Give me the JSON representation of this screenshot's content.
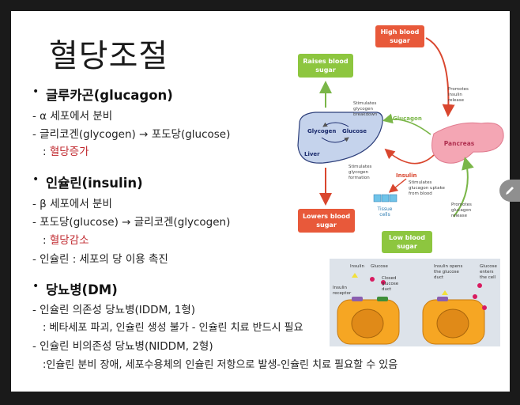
{
  "title": "혈당조절",
  "glucagon": {
    "heading": "글루카곤(glucagon)",
    "line1": "- α 세포에서 분비",
    "line2": "- 글리코겐(glycogen) → 포도당(glucose)",
    "colon": ": ",
    "effect": "혈당증가"
  },
  "insulin": {
    "heading": "인슐린(insulin)",
    "line1": "- β 세포에서 분비",
    "line2": "- 포도당(glucose) → 글리코겐(glycogen)",
    "colon": ": ",
    "effect": "혈당감소",
    "line3": "- 인슐린 : 세포의 당 이용 촉진"
  },
  "diabetes": {
    "heading": "당뇨병(DM)",
    "line1": "- 인슐린 의존성 당뇨병(IDDM, 1형)",
    "line2": ": 베타세포 파괴, 인슐린 생성 불가 - 인슐린 치료 반드시 필요",
    "line3": "- 인슐린 비의존성 당뇨병(NIDDM, 2형)",
    "line4": ":인슐린 분비 장애, 세포수용체의 인슐린 저항으로 발생-인슐린 치료 필요할 수 있음"
  },
  "diagram": {
    "high": [
      "High blood",
      "sugar"
    ],
    "raises": [
      "Raises blood",
      "sugar"
    ],
    "lowers": [
      "Lowers blood",
      "sugar"
    ],
    "low": [
      "Low blood",
      "sugar"
    ],
    "promotes_insulin": [
      "Promotes",
      "insulin",
      "release"
    ],
    "promotes_glucagon": [
      "Promotes",
      "glucagon",
      "release"
    ],
    "glucagon": "Glucagon",
    "insulin": "Insulin",
    "pancreas": "Pancreas",
    "liver": "Liver",
    "liver_glycogen": "Glycogen",
    "liver_glucose": "Glucose",
    "stim_breakdown": [
      "Stimulates",
      "glycogen",
      "breakdown"
    ],
    "stim_formation": [
      "Stimulates",
      "glycogen",
      "formation"
    ],
    "stim_uptake": [
      "Stimulates",
      "glucagon uptake",
      "from blood"
    ],
    "tissue": [
      "Tissue",
      "cells"
    ]
  },
  "cells": {
    "insulin": "Insulin",
    "glucose": "Glucose",
    "receptor": [
      "Insulin",
      "receptor"
    ],
    "closed_duct": [
      "Closed",
      "glucose",
      "duct"
    ],
    "opens": [
      "Insulin opens",
      "the glucose",
      "duct"
    ],
    "enters": [
      "Glucose",
      "enters",
      "the cell"
    ]
  },
  "colors": {
    "red_box": "#e8593a",
    "green_box": "#8dc63f",
    "pancreas": "#f4a6b4",
    "liver": "#c5d3ec",
    "cell": "#f6a623"
  }
}
